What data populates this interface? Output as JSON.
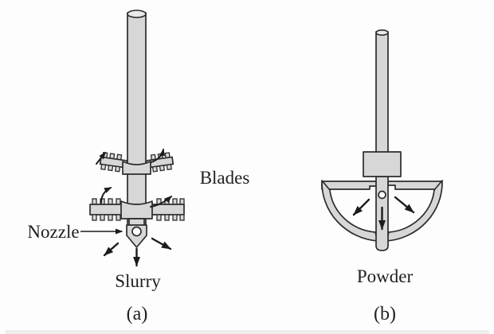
{
  "colors": {
    "background": "#fdfdfd",
    "metal_fill": "#d7d7d7",
    "outline": "#2c2c2c",
    "text": "#1f1f1f"
  },
  "panel_a": {
    "caption": "(a)",
    "blades_label": "Blades",
    "nozzle_label": "Nozzle",
    "slurry_label": "Slurry"
  },
  "panel_b": {
    "caption": "(b)",
    "powder_label": "Powder"
  }
}
